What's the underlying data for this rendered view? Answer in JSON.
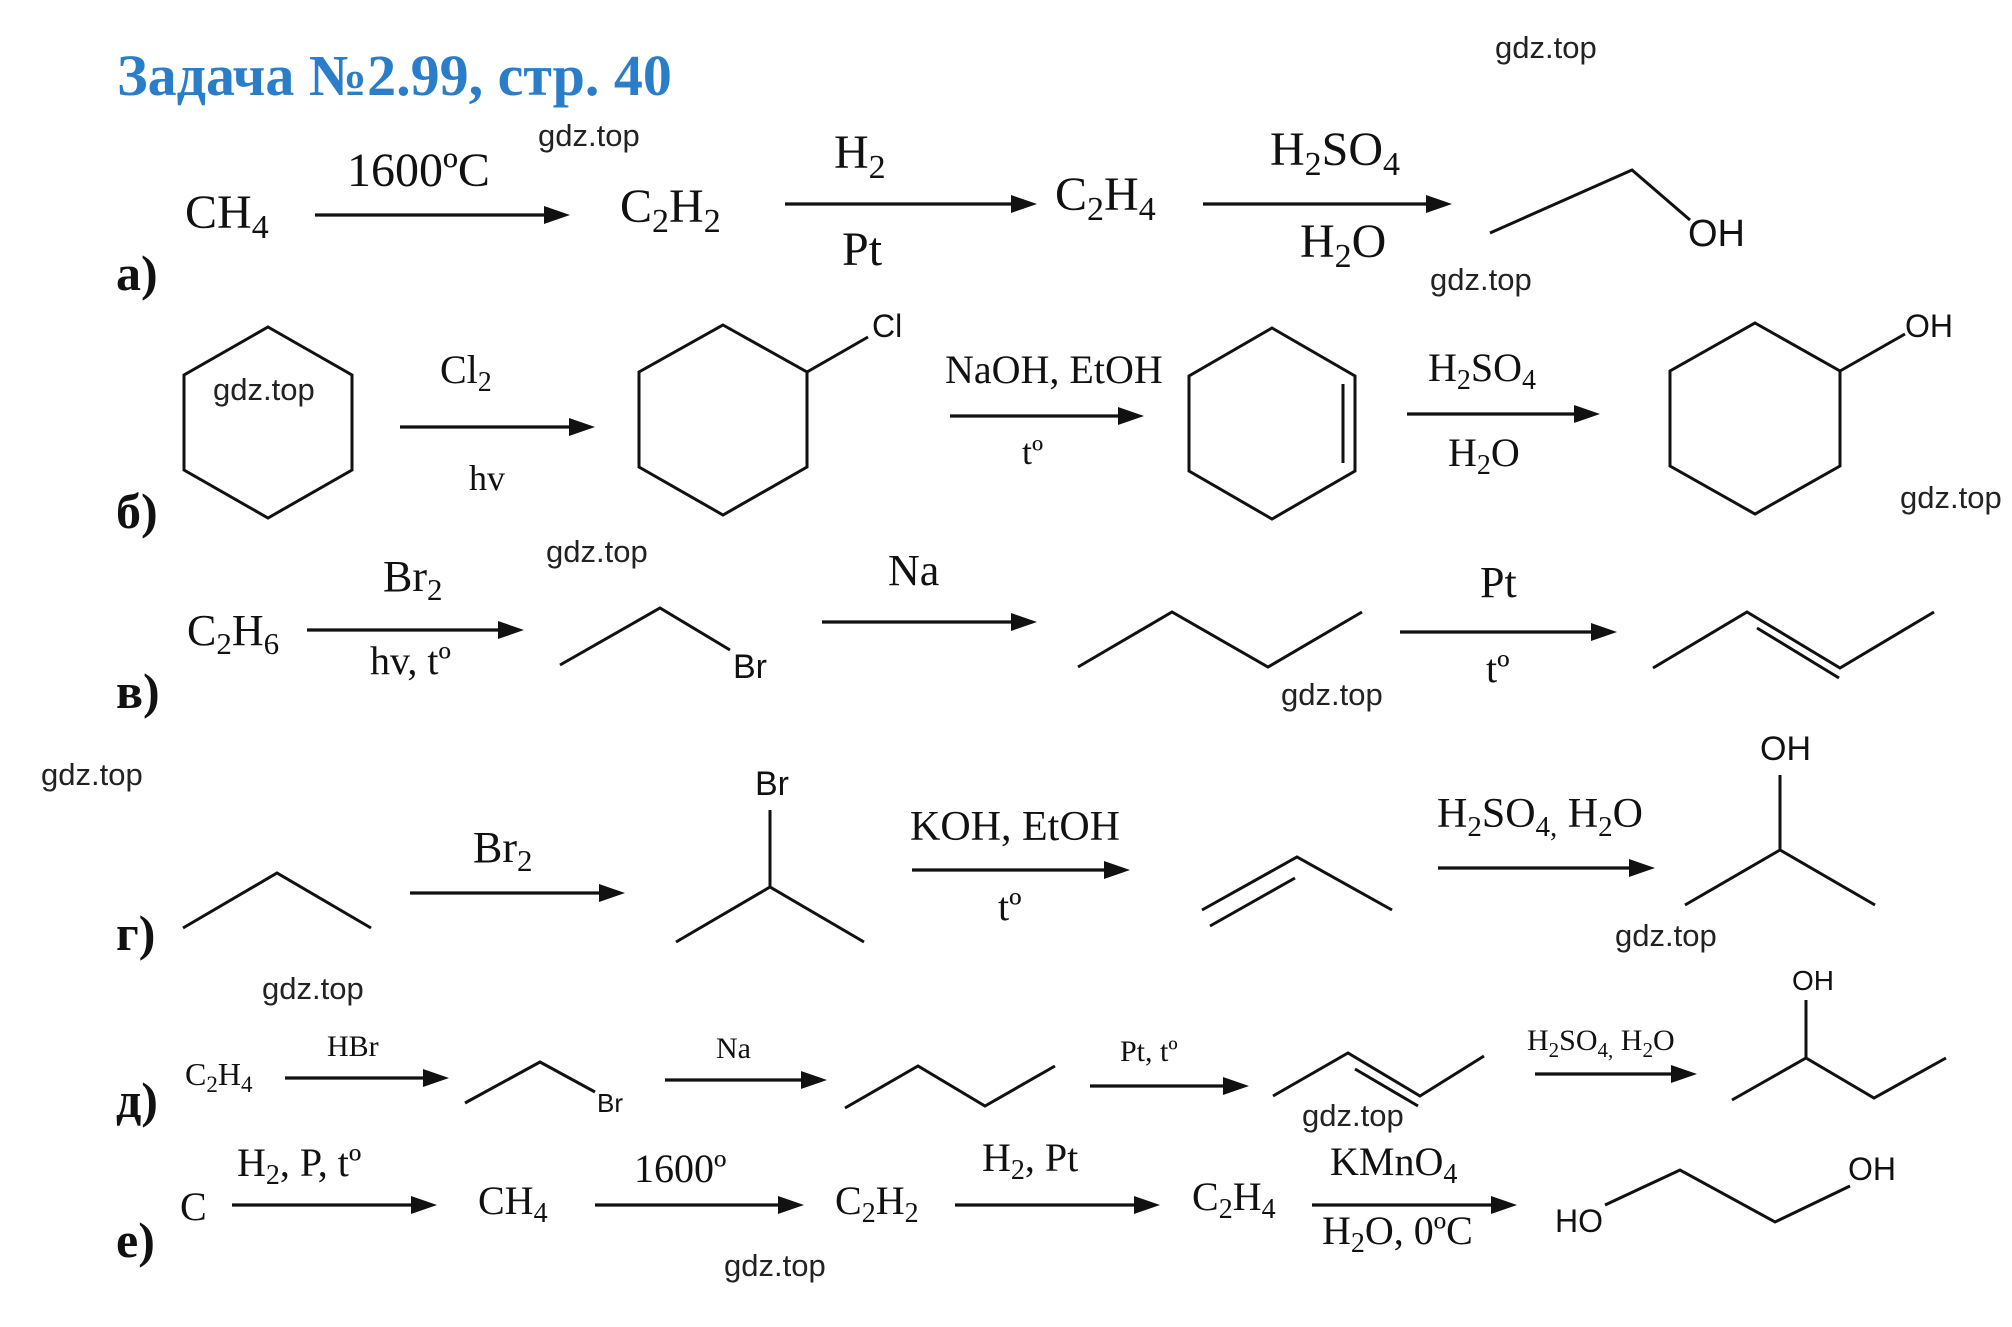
{
  "title": "Задача №2.99, стр. 40",
  "watermark": "gdz.top",
  "rows": {
    "a": {
      "label": "а)",
      "start": {
        "main": "CH",
        "sub": "4"
      },
      "arrow1_top": "1600ºC",
      "mid1": {
        "p1": "C",
        "s1": "2",
        "p2": "H",
        "s2": "2"
      },
      "arrow2_top": {
        "main": "H",
        "sub": "2"
      },
      "arrow2_bottom": "Pt",
      "mid2": {
        "p1": "C",
        "s1": "2",
        "p2": "H",
        "s2": "4"
      },
      "arrow3_top": {
        "p1": "H",
        "s1": "2",
        "p2": "SO",
        "s2": "4"
      },
      "arrow3_bottom": {
        "p1": "H",
        "s1": "2",
        "p2": "O"
      },
      "product_oh": "OH"
    },
    "b": {
      "label": "б)",
      "arrow1_top": {
        "main": "Cl",
        "sub": "2"
      },
      "arrow1_bottom": "hv",
      "cl": "Cl",
      "arrow2_top": "NaOH, EtOH",
      "arrow2_bottom": "tº",
      "arrow3_top": {
        "p1": "H",
        "s1": "2",
        "p2": "SO",
        "s2": "4"
      },
      "arrow3_bottom": {
        "p1": "H",
        "s1": "2",
        "p2": "O"
      },
      "product_oh": "OH"
    },
    "v": {
      "label": "в)",
      "start": {
        "p1": "C",
        "s1": "2",
        "p2": "H",
        "s2": "6"
      },
      "arrow1_top": {
        "main": "Br",
        "sub": "2"
      },
      "arrow1_bottom": "hv, tº",
      "br": "Br",
      "arrow2_top": "Na",
      "arrow3_top": "Pt",
      "arrow3_bottom": "tº"
    },
    "g": {
      "label": "г)",
      "arrow1_top": {
        "main": "Br",
        "sub": "2"
      },
      "br": "Br",
      "arrow2_top": "KOH, EtOH",
      "arrow2_bottom": "tº",
      "arrow3_top": {
        "p1": "H",
        "s1": "2",
        "p2": "SO",
        "s2": "4,",
        "p3": " H",
        "s3": "2",
        "p4": "O"
      },
      "product_oh": "OH"
    },
    "d": {
      "label": "д)",
      "start": {
        "p1": "C",
        "s1": "2",
        "p2": "H",
        "s2": "4"
      },
      "arrow1_top": "HBr",
      "br": "Br",
      "arrow2_top": "Na",
      "arrow3_top": "Pt, tº",
      "arrow4_top": {
        "p1": "H",
        "s1": "2",
        "p2": "SO",
        "s2": "4,",
        "p3": " H",
        "s3": "2",
        "p4": "O"
      },
      "product_oh": "OH"
    },
    "e": {
      "label": "е)",
      "start": "C",
      "arrow1_top": {
        "p1": "H",
        "s1": "2",
        "p2": ", P, tº"
      },
      "mid1": {
        "main": "CH",
        "sub": "4"
      },
      "arrow2_top": "1600º",
      "mid2": {
        "p1": "C",
        "s1": "2",
        "p2": "H",
        "s2": "2"
      },
      "arrow3_top": {
        "p1": "H",
        "s1": "2",
        "p2": ", Pt"
      },
      "mid3": {
        "p1": "C",
        "s1": "2",
        "p2": "H",
        "s2": "4"
      },
      "arrow4_top": {
        "p1": "KMnO",
        "s1": "4"
      },
      "arrow4_bottom": {
        "p1": "H",
        "s1": "2",
        "p2": "O, 0ºC"
      },
      "ho": "HO",
      "oh": "OH"
    }
  }
}
